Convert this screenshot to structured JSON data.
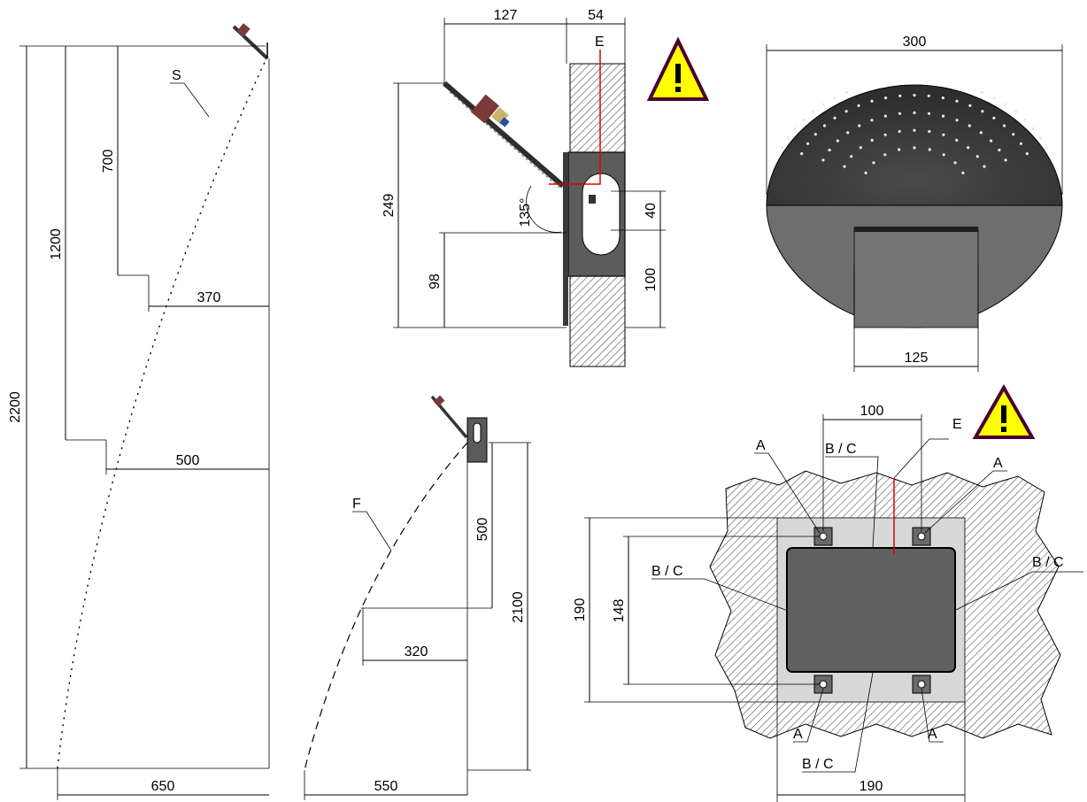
{
  "side_view_large": {
    "height_label": "2200",
    "level_1200_label": "1200",
    "level_700_label": "700",
    "reach_650_label": "650",
    "reach_500_label": "500",
    "reach_370_label": "370",
    "spray_label": "S"
  },
  "side_view_small": {
    "height_label": "2100",
    "level_500_label": "500",
    "reach_550_label": "550",
    "reach_320_label": "320",
    "spray_label": "F"
  },
  "section_view": {
    "depth_127_label": "127",
    "depth_54_label": "54",
    "height_249_label": "249",
    "height_98_label": "98",
    "angle_label": "135°",
    "slot_40_label": "40",
    "slot_100_label": "100",
    "marker_label": "E"
  },
  "top_view": {
    "diameter_label": "300",
    "outlet_label": "125"
  },
  "mounting_view": {
    "width_100_label": "100",
    "width_190_label": "190",
    "height_190_label": "190",
    "height_148_label": "148",
    "label_a": "A",
    "label_bc": "B / C",
    "marker_label": "E"
  },
  "colors": {
    "warning_fill": "#ffff00",
    "warning_border": "#4a0032",
    "plate": "#5a5a5a",
    "disc_top": "#3f3f3f",
    "disc_bottom": "#6e6e6e",
    "red_marker": "#e00000"
  }
}
